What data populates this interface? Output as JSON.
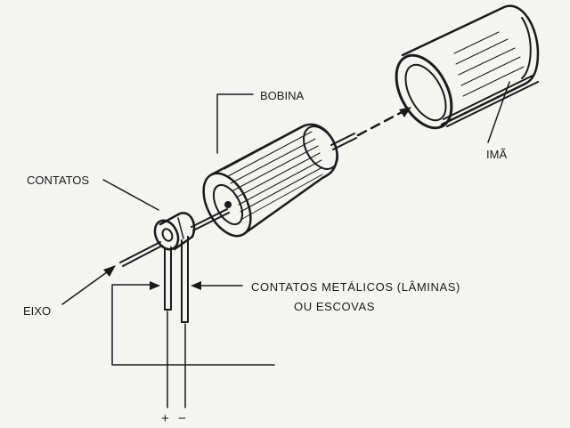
{
  "labels": {
    "bobina": "BOBINA",
    "contatos": "CONTATOS",
    "ima": "IMÃ",
    "eixo": "EIXO",
    "contatos_metalicos_line1": "CONTATOS METÁLICOS (LÂMINAS)",
    "contatos_metalicos_line2": "OU ESCOVAS",
    "plus": "+",
    "minus": "−"
  }
}
